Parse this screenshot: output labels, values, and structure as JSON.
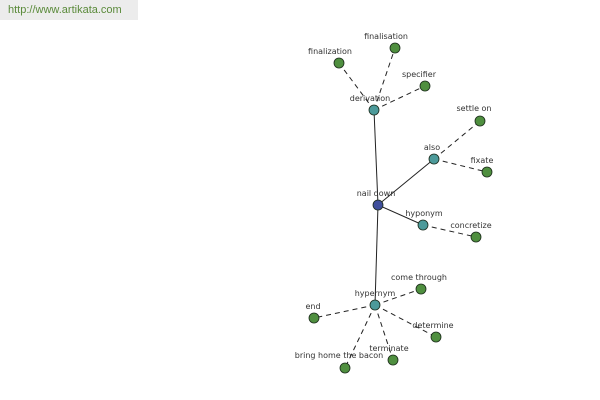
{
  "header": {
    "url": "http://www.artikata.com"
  },
  "colors": {
    "root": "#3f4f9c",
    "relation": "#4c9a9a",
    "leaf": "#4f8f3f"
  },
  "graph": {
    "root": "nail down",
    "relations": [
      "derivation",
      "also",
      "hyponym",
      "hypernym"
    ],
    "leaves": {
      "derivation": [
        "finalization",
        "finalisation",
        "specifier"
      ],
      "also": [
        "settle on",
        "fixate"
      ],
      "hyponym": [
        "concretize"
      ],
      "hypernym": [
        "come through",
        "end",
        "determine",
        "terminate",
        "bring home the bacon"
      ]
    }
  }
}
